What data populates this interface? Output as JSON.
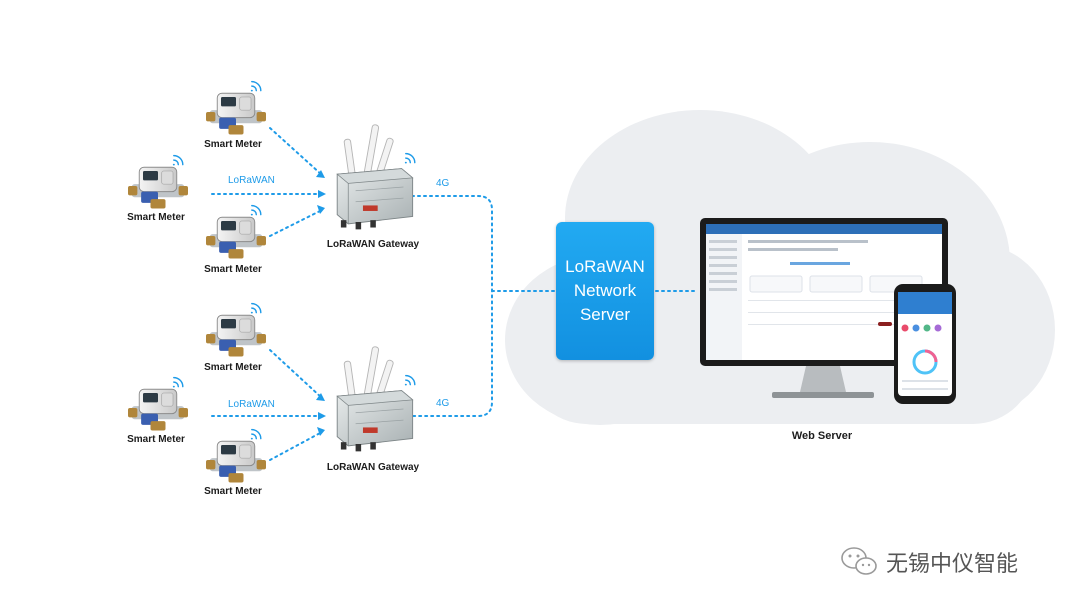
{
  "devices": {
    "meter_label": "Smart Meter",
    "gateway_label": "LoRaWAN Gateway"
  },
  "links": {
    "radio_label": "LoRaWAN",
    "uplink_label": "4G"
  },
  "server": {
    "lines": [
      "LoRaWAN",
      "Network",
      "Server"
    ]
  },
  "web_server": {
    "label": "Web Server"
  },
  "brand": {
    "text": "无锡中仪智能",
    "icon": "wechat-icon"
  },
  "colors": {
    "accent": "#1e9be8",
    "server_box": "#1a9ce8",
    "cloud": "#eceef1"
  }
}
